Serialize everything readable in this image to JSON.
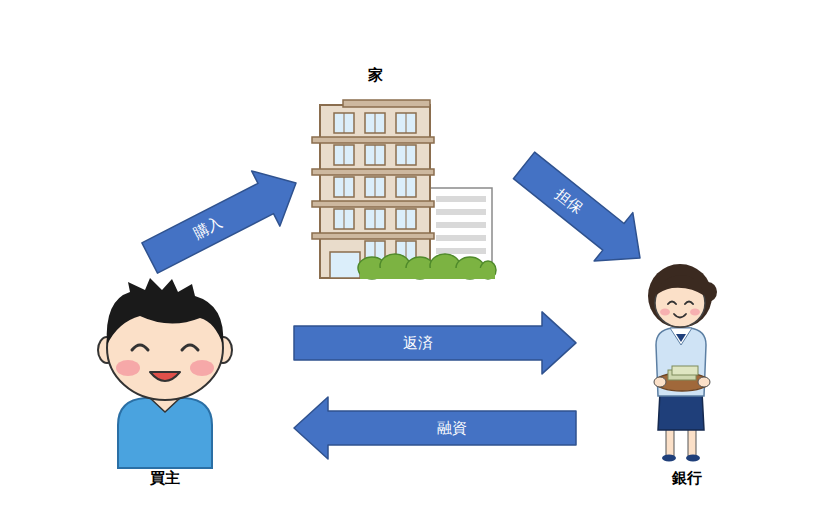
{
  "diagram": {
    "nodes": [
      {
        "text": [
          "家"
        ]
      },
      {
        "text": [
          "買主"
        ]
      },
      {
        "text": [
          "銀行"
        ]
      }
    ],
    "edges": [
      {
        "from": 1,
        "to": 0,
        "arrow": "to",
        "label": "購入"
      },
      {
        "from": 0,
        "to": 2,
        "arrow": "to",
        "label": "担保"
      },
      {
        "from": 1,
        "to": 2,
        "arrow": "to",
        "label": "返済"
      },
      {
        "from": 2,
        "to": 1,
        "arrow": "to",
        "label": "融資"
      }
    ]
  }
}
